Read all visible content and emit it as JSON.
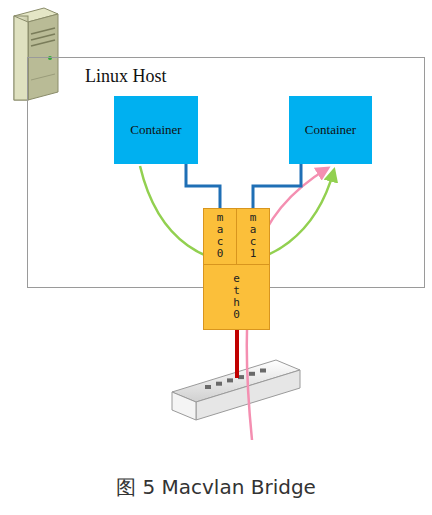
{
  "diagram": {
    "caption": "图 5 Macvlan Bridge",
    "nodes": [
      {
        "text": [
          "Linux Host"
        ]
      },
      {
        "text": [
          "Container"
        ],
        "in": 0
      },
      {
        "text": [
          "Container"
        ],
        "in": 0
      },
      {
        "text": [
          "eth0"
        ]
      },
      {
        "text": [
          "mac0"
        ],
        "in": 3
      },
      {
        "text": [
          "mac1"
        ],
        "in": 3
      }
    ],
    "edges": [
      {
        "from": 1,
        "to": 4,
        "arrow": "none"
      },
      {
        "from": 2,
        "to": 5,
        "arrow": "none"
      }
    ]
  }
}
